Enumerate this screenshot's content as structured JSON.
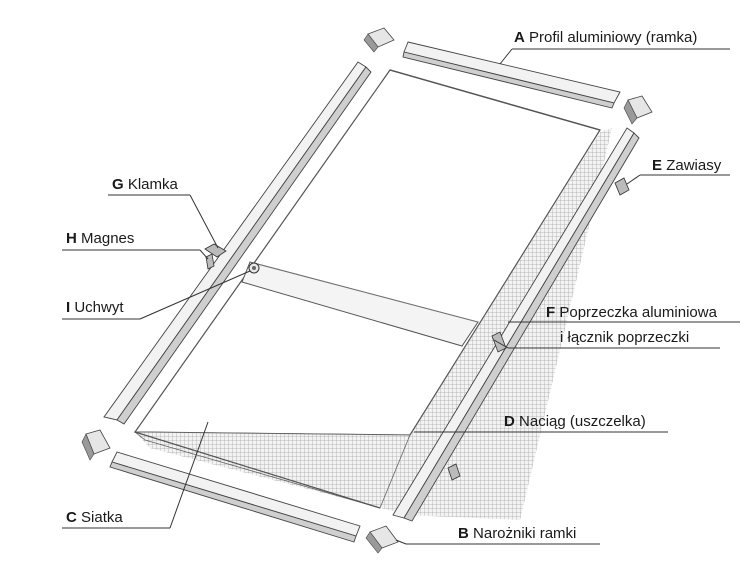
{
  "callouts": [
    {
      "id": "A",
      "letter": "A",
      "text": "Profil aluminiowy (ramka)",
      "text2": ""
    },
    {
      "id": "B",
      "letter": "B",
      "text": "Narożniki ramki",
      "text2": ""
    },
    {
      "id": "C",
      "letter": "C",
      "text": "Siatka",
      "text2": ""
    },
    {
      "id": "D",
      "letter": "D",
      "text": "Naciąg (uszczelka)",
      "text2": ""
    },
    {
      "id": "E",
      "letter": "E",
      "text": "Zawiasy",
      "text2": ""
    },
    {
      "id": "F",
      "letter": "F",
      "text": "Poprzeczka aluminiowa",
      "text2": "i łącznik poprzeczki"
    },
    {
      "id": "G",
      "letter": "G",
      "text": "Klamka",
      "text2": ""
    },
    {
      "id": "H",
      "letter": "H",
      "text": "Magnes",
      "text2": ""
    },
    {
      "id": "I",
      "letter": "I",
      "text": "Uchwyt",
      "text2": ""
    }
  ],
  "colors": {
    "line": "#333333",
    "mesh": "#7a7a7a",
    "mesh_bg": "#e9e9e9",
    "profile": "#cfcfcf"
  }
}
